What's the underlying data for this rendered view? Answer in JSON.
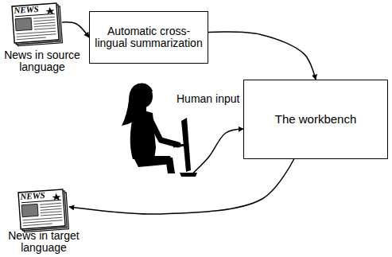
{
  "diagram": {
    "nodes": [
      {
        "text": [
          "News in source language"
        ]
      },
      {
        "text": [
          "Automatic cross-lingual summarization"
        ]
      },
      {
        "text": [
          "The workbench"
        ]
      },
      {
        "text": [
          "Human input"
        ]
      },
      {
        "text": [
          "News in target language"
        ]
      }
    ],
    "edges": [
      {
        "from": 0,
        "to": 1,
        "arrow": "to"
      },
      {
        "from": 1,
        "to": 2,
        "arrow": "to"
      },
      {
        "from": 3,
        "to": 2,
        "arrow": "to"
      },
      {
        "from": 2,
        "to": 4,
        "arrow": "to"
      }
    ],
    "labels": [
      "NEWS",
      "NEWS"
    ]
  }
}
